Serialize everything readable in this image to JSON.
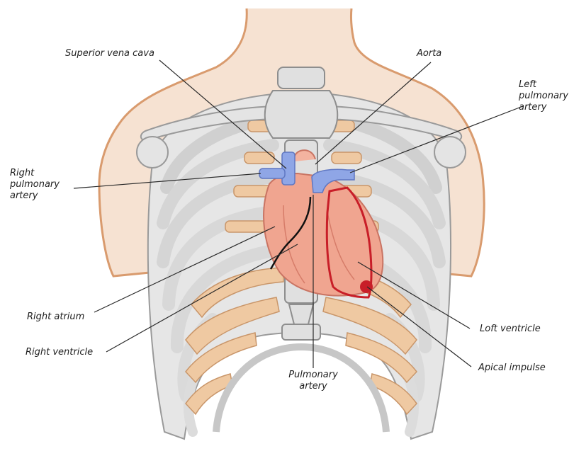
{
  "labels": {
    "superior_vena_cava": "Superior vena cava",
    "aorta": "Aorta",
    "left_pulmonary_artery": "Left\npulmonary\nartery",
    "right_pulmonary_artery": "Right\npulmonary\nartery",
    "right_atrium": "Right atrium",
    "right_ventricle": "Right ventricle",
    "pulmonary_artery": "Pulmonary\nartery",
    "left_ventricle": "Loft ventricle",
    "apical_impulse": "Apical impulse"
  },
  "colors": {
    "skin": "#e8b48c",
    "bone": "#dcdcdc",
    "bone_outline": "#9a9a9a",
    "cartilage": "#efc9a2",
    "heart": "#f0a590",
    "vessel_blue": "#8fa6e6",
    "outline_red": "#c81e28",
    "leader_line": "#2a2a2a"
  }
}
